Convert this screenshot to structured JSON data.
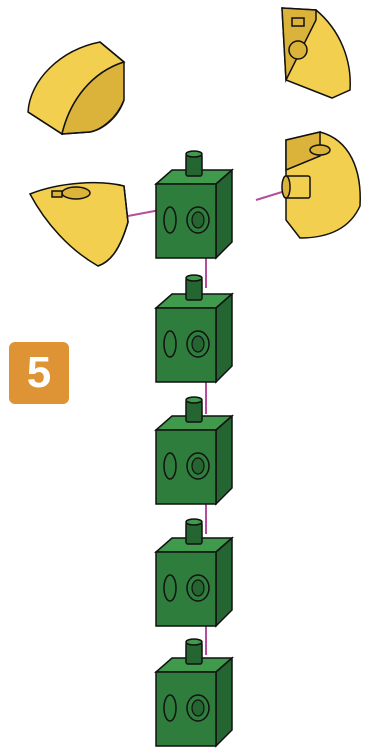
{
  "step": {
    "number": "5"
  },
  "colors": {
    "cube_front": "#2f7d3c",
    "cube_top": "#3f9a4c",
    "cube_side": "#256531",
    "curved_piece": "#f3cf4f",
    "curved_piece_shade": "#dbb33a",
    "outline": "#111111",
    "connector_line": "#b64c9a",
    "badge_background": "#de9434",
    "badge_text": "#ffffff"
  },
  "parts": {
    "green_cube_count": 5,
    "yellow_curved_piece_count": 4
  }
}
